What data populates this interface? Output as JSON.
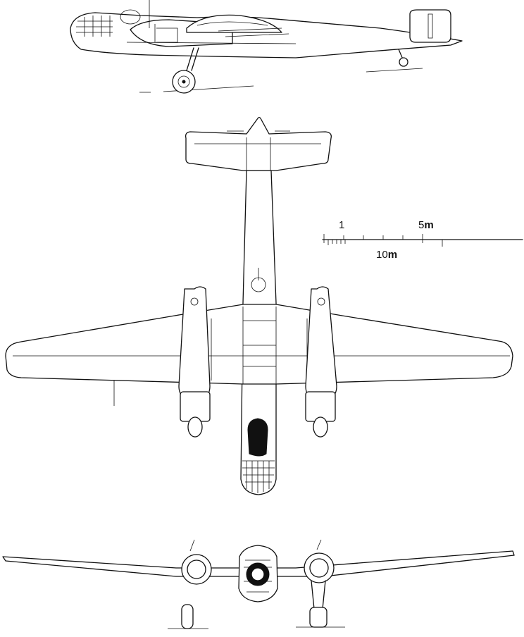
{
  "scale_bar": {
    "label_1": "1",
    "label_5_num": "5",
    "label_5_unit": "m",
    "label_10_num": "10",
    "label_10_unit": "m"
  },
  "colors": {
    "ink": "#111111",
    "paper": "#ffffff"
  }
}
